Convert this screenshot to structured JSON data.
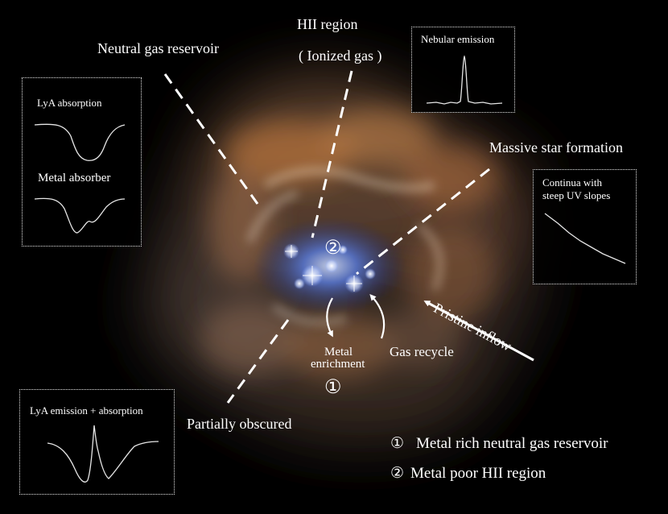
{
  "labels": {
    "neutral_gas": "Neutral gas reservoir",
    "hii_region": "HII region",
    "ionized_gas": "( Ionized gas )",
    "massive_star": "Massive star formation",
    "partially_obscured": "Partially obscured",
    "pristine_inflow": "Pristine inflow",
    "metal_enrichment_line1": "Metal",
    "metal_enrichment_line2": "enrichment",
    "gas_recycle": "Gas recycle",
    "marker_1": "①",
    "marker_2": "②"
  },
  "boxes": {
    "lya_absorption": "LyA absorption",
    "metal_absorber": "Metal absorber",
    "nebular_emission": "Nebular emission",
    "uv_continua_line1": "Continua with",
    "uv_continua_line2": "steep UV slopes",
    "lya_emission_absorption": "LyA emission + absorption"
  },
  "legend": {
    "item1_marker": "①",
    "item1_text": "Metal rich neutral gas reservoir",
    "item2_marker": "②",
    "item2_text": "Metal poor HII region"
  },
  "colors": {
    "background": "#000000",
    "gas_orange": "#b8743a",
    "star_blue": "#6f8fe8",
    "text": "#ffffff"
  }
}
